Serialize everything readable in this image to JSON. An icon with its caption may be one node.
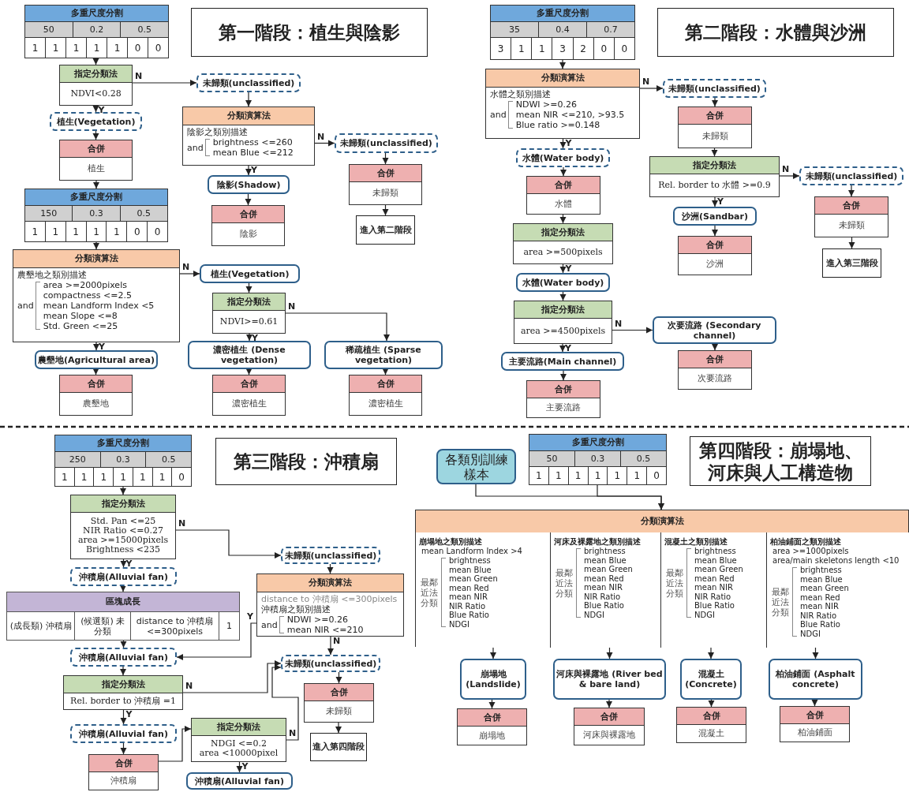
{
  "diagram": {
    "nodes": [
      {
        "text": [
          "多重尺度分割",
          "50",
          "0.2",
          "0.5",
          "1",
          "1",
          "1",
          "1",
          "1",
          "0",
          "0"
        ]
      },
      {
        "text": [
          "指定分類法",
          "NDVI<0.28"
        ]
      },
      {
        "text": [
          "未歸類(unclassified)"
        ]
      },
      {
        "text": [
          "植生(Vegetation)"
        ]
      },
      {
        "text": [
          "分類演算法",
          "陰影之類別描述",
          "and",
          "brightness <=260",
          "mean Blue <=212"
        ]
      },
      {
        "text": [
          "合併",
          "植生"
        ]
      },
      {
        "text": [
          "未歸類(unclassified)"
        ]
      },
      {
        "text": [
          "陰影(Shadow)"
        ]
      },
      {
        "text": [
          "合併",
          "未歸類"
        ]
      },
      {
        "text": [
          "合併",
          "陰影"
        ]
      },
      {
        "text": [
          "進入第二階段"
        ]
      },
      {
        "text": [
          "多重尺度分割",
          "150",
          "0.3",
          "0.5",
          "1",
          "1",
          "1",
          "1",
          "1",
          "0",
          "0"
        ]
      },
      {
        "text": [
          "分類演算法",
          "農墾地之類別描述",
          "and",
          "area >=2000pixels",
          "compactness <=2.5",
          "mean Landform Index <5",
          "mean Slope <=8",
          "Std. Green <=25"
        ]
      },
      {
        "text": [
          "植生(Vegetation)"
        ]
      },
      {
        "text": [
          "指定分類法",
          "NDVI>=0.61"
        ]
      },
      {
        "text": [
          "農墾地(Agricultural area)"
        ]
      },
      {
        "text": [
          "濃密植生 (Dense vegetation)"
        ]
      },
      {
        "text": [
          "稀疏植生 (Sparse vegetation)"
        ]
      },
      {
        "text": [
          "合併",
          "農墾地"
        ]
      },
      {
        "text": [
          "合併",
          "濃密植生"
        ]
      },
      {
        "text": [
          "合併",
          "濃密植生"
        ]
      },
      {
        "text": [
          "多重尺度分割",
          "35",
          "0.4",
          "0.7",
          "3",
          "1",
          "1",
          "3",
          "2",
          "0",
          "0"
        ]
      },
      {
        "text": [
          "分類演算法",
          "水體之類別描述",
          "and",
          "NDWI >=0.26",
          "mean NIR <=210, >93.5",
          "Blue ratio >=0.148"
        ]
      },
      {
        "text": [
          "未歸類(unclassified)"
        ]
      },
      {
        "text": [
          "水體(Water body)"
        ]
      },
      {
        "text": [
          "合併",
          "未歸類"
        ]
      },
      {
        "text": [
          "合併",
          "水體"
        ]
      },
      {
        "text": [
          "指定分類法",
          "Rel. border to 水體 >=0.9"
        ]
      },
      {
        "text": [
          "未歸類(unclassified)"
        ]
      },
      {
        "text": [
          "沙洲(Sandbar)"
        ]
      },
      {
        "text": [
          "指定分類法",
          "area >=500pixels"
        ]
      },
      {
        "text": [
          "合併",
          "未歸類"
        ]
      },
      {
        "text": [
          "合併",
          "沙洲"
        ]
      },
      {
        "text": [
          "進入第三階段"
        ]
      },
      {
        "text": [
          "水體(Water body)"
        ]
      },
      {
        "text": [
          "指定分類法",
          "area >=4500pixels"
        ]
      },
      {
        "text": [
          "主要流路(Main channel)"
        ]
      },
      {
        "text": [
          "次要流路 (Secondary channel)"
        ]
      },
      {
        "text": [
          "合併",
          "主要流路"
        ]
      },
      {
        "text": [
          "合併",
          "次要流路"
        ]
      },
      {
        "text": [
          "多重尺度分割",
          "250",
          "0.3",
          "0.5",
          "1",
          "1",
          "1",
          "1",
          "1",
          "1",
          "0"
        ]
      },
      {
        "text": [
          "指定分類法",
          "Std. Pan <=25",
          "NIR Ratio <=0.27",
          "area >=15000pixels",
          "Brightness <235"
        ]
      },
      {
        "text": [
          "沖積扇(Alluvial fan)"
        ]
      },
      {
        "text": [
          "未歸類(unclassified)"
        ]
      },
      {
        "text": [
          "區塊成長",
          "(成長類) 沖積扇",
          "(候選類) 未分類",
          "distance to 沖積扇 <=300pixels",
          "1"
        ]
      },
      {
        "text": [
          "分類演算法",
          "distance to 沖積扇 <=300pixels",
          "沖積扇之類別描述",
          "and",
          "NDWI >=0.26",
          "mean NIR <=210"
        ]
      },
      {
        "text": [
          "沖積扇(Alluvial fan)"
        ]
      },
      {
        "text": [
          "未歸類(unclassified)"
        ]
      },
      {
        "text": [
          "指定分類法",
          "Rel. border to 沖積扇 =1"
        ]
      },
      {
        "text": [
          "合併",
          "未歸類"
        ]
      },
      {
        "text": [
          "沖積扇(Alluvial fan)"
        ]
      },
      {
        "text": [
          "指定分類法",
          "NDGI <=0.2",
          "area <10000pixel"
        ]
      },
      {
        "text": [
          "進入第四階段"
        ]
      },
      {
        "text": [
          "合併",
          "沖積扇"
        ]
      },
      {
        "text": [
          "沖積扇(Alluvial fan)"
        ]
      },
      {
        "text": [
          "各類別訓練樣本"
        ]
      },
      {
        "text": [
          "多重尺度分割",
          "50",
          "0.3",
          "0.5",
          "1",
          "1",
          "1",
          "1",
          "1",
          "1",
          "0"
        ]
      },
      {
        "text": [
          "分類演算法"
        ]
      },
      {
        "text": [
          "崩塌地之類別描述",
          "mean Landform Index >4",
          "最鄰近法分類",
          "brightness",
          "mean Blue",
          "mean Green",
          "mean Red",
          "mean NIR",
          "NIR Ratio",
          "Blue Ratio",
          "NDGI"
        ],
        "in": 57
      },
      {
        "text": [
          "河床及裸露地之類別描述",
          "最鄰近法分類",
          "brightness",
          "mean Blue",
          "mean Green",
          "mean Red",
          "mean NIR",
          "NIR Ratio",
          "Blue Ratio",
          "NDGI"
        ],
        "in": 57
      },
      {
        "text": [
          "混凝土之類別描述",
          "最鄰近法分類",
          "brightness",
          "mean Blue",
          "mean Green",
          "mean Red",
          "mean NIR",
          "NIR Ratio",
          "Blue Ratio",
          "NDGI"
        ],
        "in": 57
      },
      {
        "text": [
          "柏油鋪面之類別描述",
          "area >=1000pixels",
          "area/main skeletons length <10",
          "最鄰近法分類",
          "brightness",
          "mean Blue",
          "mean Green",
          "mean Red",
          "mean NIR",
          "NIR Ratio",
          "Blue Ratio",
          "NDGI"
        ],
        "in": 57
      },
      {
        "text": [
          "崩塌地 (Landslide)"
        ]
      },
      {
        "text": [
          "河床與裸露地 (River bed & bare land)"
        ]
      },
      {
        "text": [
          "混凝土 (Concrete)"
        ]
      },
      {
        "text": [
          "柏油鋪面 (Asphalt concrete)"
        ]
      },
      {
        "text": [
          "合併",
          "崩塌地"
        ]
      },
      {
        "text": [
          "合併",
          "河床與裸露地"
        ]
      },
      {
        "text": [
          "合併",
          "混凝土"
        ]
      },
      {
        "text": [
          "合併",
          "柏油鋪面"
        ]
      }
    ],
    "edges": [
      {
        "from": 0,
        "to": 1,
        "arrow": "to"
      },
      {
        "from": 1,
        "to": 2,
        "arrow": "to",
        "label": "N"
      },
      {
        "from": 1,
        "to": 3,
        "arrow": "to",
        "label": "Y"
      },
      {
        "from": 2,
        "to": 4,
        "arrow": "to"
      },
      {
        "from": 3,
        "to": 5,
        "arrow": "to"
      },
      {
        "from": 4,
        "to": 6,
        "arrow": "to",
        "label": "N"
      },
      {
        "from": 4,
        "to": 7,
        "arrow": "to",
        "label": "Y"
      },
      {
        "from": 6,
        "to": 8,
        "arrow": "to"
      },
      {
        "from": 8,
        "to": 10,
        "arrow": "to"
      },
      {
        "from": 7,
        "to": 9,
        "arrow": "to"
      },
      {
        "from": 5,
        "to": 11,
        "arrow": "to"
      },
      {
        "from": 11,
        "to": 12,
        "arrow": "to"
      },
      {
        "from": 12,
        "to": 13,
        "arrow": "to",
        "label": "N"
      },
      {
        "from": 12,
        "to": 15,
        "arrow": "to",
        "label": "Y"
      },
      {
        "from": 13,
        "to": 14,
        "arrow": "to"
      },
      {
        "from": 14,
        "to": 16,
        "arrow": "to",
        "label": "Y"
      },
      {
        "from": 14,
        "to": 17,
        "arrow": "to",
        "label": "N"
      },
      {
        "from": 15,
        "to": 18,
        "arrow": "to"
      },
      {
        "from": 16,
        "to": 19,
        "arrow": "to"
      },
      {
        "from": 17,
        "to": 20,
        "arrow": "to"
      },
      {
        "from": 21,
        "to": 22,
        "arrow": "to"
      },
      {
        "from": 22,
        "to": 23,
        "arrow": "to",
        "label": "N"
      },
      {
        "from": 22,
        "to": 24,
        "arrow": "to",
        "label": "Y"
      },
      {
        "from": 23,
        "to": 25,
        "arrow": "to"
      },
      {
        "from": 25,
        "to": 27,
        "arrow": "to"
      },
      {
        "from": 27,
        "to": 28,
        "arrow": "to",
        "label": "N"
      },
      {
        "from": 27,
        "to": 29,
        "arrow": "to",
        "label": "Y"
      },
      {
        "from": 28,
        "to": 31,
        "arrow": "to"
      },
      {
        "from": 31,
        "to": 33,
        "arrow": "to"
      },
      {
        "from": 29,
        "to": 32,
        "arrow": "to"
      },
      {
        "from": 24,
        "to": 26,
        "arrow": "to"
      },
      {
        "from": 26,
        "to": 30,
        "arrow": "to"
      },
      {
        "from": 30,
        "to": 34,
        "arrow": "to",
        "label": "Y"
      },
      {
        "from": 34,
        "to": 35,
        "arrow": "to"
      },
      {
        "from": 35,
        "to": 36,
        "arrow": "to",
        "label": "Y"
      },
      {
        "from": 35,
        "to": 37,
        "arrow": "to",
        "label": "N"
      },
      {
        "from": 36,
        "to": 38,
        "arrow": "to"
      },
      {
        "from": 37,
        "to": 39,
        "arrow": "to"
      },
      {
        "from": 40,
        "to": 41,
        "arrow": "to"
      },
      {
        "from": 41,
        "to": 42,
        "arrow": "to",
        "label": "Y"
      },
      {
        "from": 41,
        "to": 43,
        "arrow": "to",
        "label": "N"
      },
      {
        "from": 42,
        "to": 44,
        "arrow": "to"
      },
      {
        "from": 43,
        "to": 45,
        "arrow": "to"
      },
      {
        "from": 44,
        "to": 46,
        "arrow": "to"
      },
      {
        "from": 45,
        "to": 46,
        "arrow": "to",
        "label": "Y"
      },
      {
        "from": 45,
        "to": 47,
        "arrow": "to",
        "label": "N"
      },
      {
        "from": 46,
        "to": 48,
        "arrow": "to"
      },
      {
        "from": 48,
        "to": 50,
        "arrow": "to",
        "label": "Y"
      },
      {
        "from": 48,
        "to": 47,
        "arrow": "to",
        "label": "N"
      },
      {
        "from": 47,
        "to": 49,
        "arrow": "to"
      },
      {
        "from": 49,
        "to": 52,
        "arrow": "to"
      },
      {
        "from": 50,
        "to": 53,
        "arrow": "to"
      },
      {
        "from": 53,
        "to": 51,
        "arrow": "to"
      },
      {
        "from": 51,
        "to": 47,
        "arrow": "to",
        "label": "N"
      },
      {
        "from": 51,
        "to": 54,
        "arrow": "to",
        "label": "Y"
      },
      {
        "from": 55,
        "to": 57,
        "arrow": "to"
      },
      {
        "from": 56,
        "to": 57,
        "arrow": "to"
      },
      {
        "from": 58,
        "to": 62,
        "arrow": "to"
      },
      {
        "from": 59,
        "to": 63,
        "arrow": "to"
      },
      {
        "from": 60,
        "to": 64,
        "arrow": "to"
      },
      {
        "from": 61,
        "to": 65,
        "arrow": "to"
      },
      {
        "from": 62,
        "to": 66,
        "arrow": "to"
      },
      {
        "from": 63,
        "to": 67,
        "arrow": "to"
      },
      {
        "from": 64,
        "to": 68,
        "arrow": "to"
      },
      {
        "from": 65,
        "to": 69,
        "arrow": "to"
      }
    ],
    "labels": [
      "第一階段：植生與陰影",
      "第二階段：水體與沙洲",
      "第三階段：沖積扇",
      "第四階段：崩塌地、河床與人工構造物"
    ]
  }
}
